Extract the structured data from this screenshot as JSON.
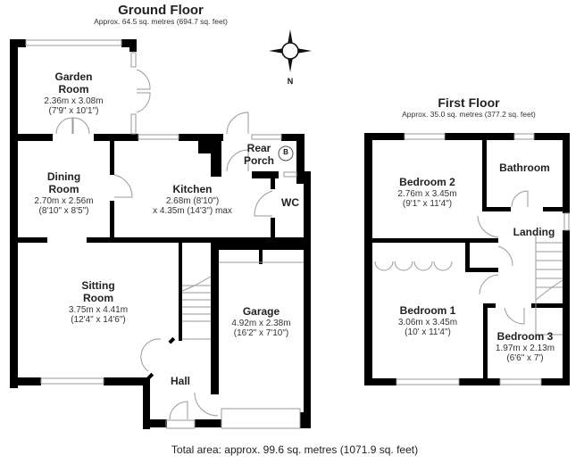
{
  "ground_floor": {
    "title": "Ground Floor",
    "area": "Approx. 64.5 sq. metres (694.7 sq. feet)",
    "rooms": {
      "garden_room": {
        "name_1": "Garden",
        "name_2": "Room",
        "dim_m": "2.36m x 3.08m",
        "dim_ft": "(7'9\" x 10'1\")"
      },
      "dining_room": {
        "name_1": "Dining",
        "name_2": "Room",
        "dim_m": "2.70m x 2.56m",
        "dim_ft": "(8'10\" x 8'5\")"
      },
      "kitchen": {
        "name": "Kitchen",
        "dim_1": "2.68m (8'10\")",
        "dim_2": "x 4.35m (14'3\") max"
      },
      "rear_porch": {
        "name_1": "Rear",
        "name_2": "Porch",
        "boiler_label": "B"
      },
      "wc": {
        "name": "WC"
      },
      "sitting_room": {
        "name_1": "Sitting",
        "name_2": "Room",
        "dim_m": "3.75m x 4.41m",
        "dim_ft": "(12'4\" x 14'6\")"
      },
      "garage": {
        "name": "Garage",
        "dim_m": "4.92m x 2.38m",
        "dim_ft": "(16'2\" x 7'10\")"
      },
      "hall": {
        "name": "Hall"
      }
    }
  },
  "first_floor": {
    "title": "First Floor",
    "area": "Approx. 35.0 sq. metres (377.2 sq. feet)",
    "rooms": {
      "bedroom_2": {
        "name": "Bedroom 2",
        "dim_m": "2.76m x 3.45m",
        "dim_ft": "(9'1\" x 11'4\")"
      },
      "bathroom": {
        "name": "Bathroom"
      },
      "landing": {
        "name": "Landing"
      },
      "bedroom_1": {
        "name": "Bedroom 1",
        "dim_m": "3.06m x 3.45m",
        "dim_ft": "(10' x 11'4\")"
      },
      "bedroom_3": {
        "name": "Bedroom 3",
        "dim_m": "1.97m x 2.13m",
        "dim_ft": "(6'6\" x 7')"
      }
    }
  },
  "compass": {
    "icon": "compass-rose-icon",
    "north_label": "N"
  },
  "total_area": "Total area: approx. 99.6 sq. metres (1071.9 sq. feet)",
  "colors": {
    "wall": "#000000",
    "fixture_line": "#9a9a9a",
    "background": "#ffffff"
  }
}
